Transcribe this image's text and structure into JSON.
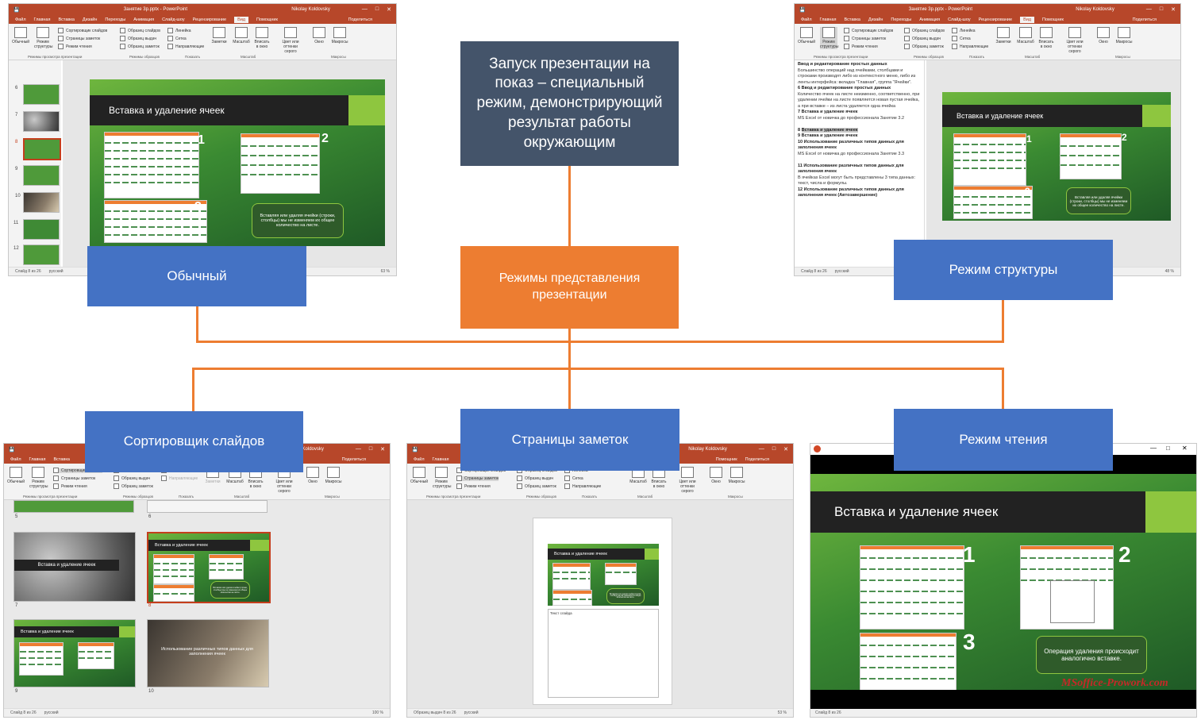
{
  "center": {
    "title": "Режимы представления презентации",
    "note": "Запуск презентации на показ – специальный режим, демонстрирующий результат работы окружающим"
  },
  "labels": {
    "normal": "Обычный",
    "outline": "Режим структуры",
    "sorter": "Сортировщик слайдов",
    "notes": "Страницы заметок",
    "reading": "Режим чтения"
  },
  "colors": {
    "blue": "#4472c4",
    "orange": "#ed7d31",
    "dark": "#44546a",
    "ppt": "#b7472a"
  },
  "windows": {
    "normal": {
      "title": "Занятие 3р.pptx - PowerPoint",
      "user": "Nikolay Koldovsky",
      "status": "Слайд 8 из 26",
      "lang": "русский",
      "zoom": "63 %"
    },
    "outline": {
      "title": "Занятие 3р.pptx - PowerPoint",
      "user": "Nikolay Koldovsky",
      "status": "Слайд 8 из 26",
      "lang": "русский",
      "zoom": "48 %"
    },
    "sorter": {
      "user": "Nikolay Koldovsky",
      "status": "Слайд 8 из 26",
      "lang": "русский",
      "zoom": "100 %"
    },
    "notes": {
      "user": "Nikolay Koldovsky",
      "status": "Образец выдач 8 из 26",
      "lang": "русский",
      "zoom": "53 %",
      "notes_text": "Текст слайда"
    },
    "reading": {
      "status": "Слайд 8 из 26",
      "watermark": "MSoffice-Prowork.com"
    }
  },
  "ribbon": {
    "tabs": [
      "Файл",
      "Главная",
      "Вставка",
      "Дизайн",
      "Переходы",
      "Анимация",
      "Слайд-шоу",
      "Рецензирование",
      "Вид"
    ],
    "help": "Помощник",
    "share": "Поделиться",
    "btn_normal": "Обычный",
    "btn_outline": "Режим структуры",
    "btn_notes": "Заметки",
    "btn_zoom": "Масштаб",
    "btn_fit": "Вписать в окно",
    "btn_color": "Цвет или оттенки серого",
    "btn_window": "Окно",
    "btn_macros": "Макросы",
    "list_views": [
      "Сортировщик слайдов",
      "Страницы заметок",
      "Режим чтения"
    ],
    "list_masters": [
      "Образец слайдов",
      "Образец выдач",
      "Образец заметок"
    ],
    "list_show": [
      "Линейка",
      "Сетка",
      "Направляющие"
    ],
    "groups": [
      "Режимы просмотра презентации",
      "Режимы образцов",
      "Показать",
      "Масштаб",
      "Макросы"
    ]
  },
  "slide": {
    "title": "Вставка и удаление ячеек",
    "bubble": "Вставляя или удаляя ячейки (строки, столбцы) мы не изменяем их общее количество на листе.",
    "bubble_reading": "Операция удаления происходит аналогично вставке.",
    "nums": [
      "1",
      "2",
      "3"
    ],
    "other_title": "Использование различных типов данных для заполнения ячеек"
  },
  "outline_items": [
    {
      "n": "5",
      "head": "Ввод и редактирование простых данных",
      "text": "Большинство операций над ячейками, столбцами и строками производят либо из контекстного меню, либо из ленты интерфейса: вкладка \"Главная\", группа \"Ячейки\"."
    },
    {
      "n": "6",
      "head": "Ввод и редактирование простых данных",
      "text": "Количество ячеек на листе неизменно, соответственно, при удалении ячейки на листе появляется новая пустая ячейка, а при вставке – из листа удаляется одна ячейка"
    },
    {
      "n": "7",
      "head": "Вставка и удаление ячеек",
      "text": "MS Excel от новичка до профессионала Занятие 3.2"
    },
    {
      "n": "8",
      "head": "Вставка и удаление ячеек",
      "text": ""
    },
    {
      "n": "9",
      "head": "Вставка и удаление ячеек",
      "text": ""
    },
    {
      "n": "10",
      "head": "Использование различных типов данных для заполнения ячеек",
      "text": "MS Excel от новичка до профессионала Занятие 3.3"
    },
    {
      "n": "11",
      "head": "Использование различных типов данных для заполнения ячеек",
      "text": "В ячейках Excel могут быть представлены 3 типа данных: текст, числа и формулы."
    },
    {
      "n": "12",
      "head": "Использование различных типов данных для заполнения ячеек (Автозавершение)",
      "text": ""
    }
  ],
  "thumb_numbers": [
    "6",
    "7",
    "8",
    "9",
    "10",
    "11",
    "12"
  ],
  "sorter_numbers": [
    "5",
    "6",
    "7",
    "8",
    "9",
    "10"
  ]
}
